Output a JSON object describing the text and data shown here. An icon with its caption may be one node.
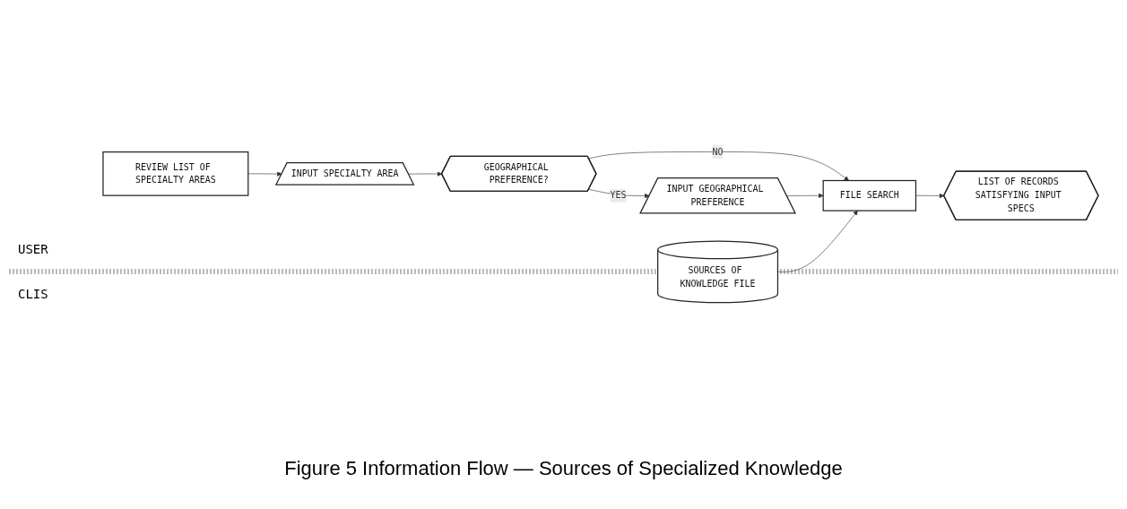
{
  "diagram": {
    "caption": "Figure 5 Information Flow — Sources of Specialized Knowledge",
    "nodes": [
      {
        "text": [
          "REVIEW LIST OF SPECIALTY AREAS"
        ]
      },
      {
        "text": [
          "INPUT SPECIALTY AREA"
        ]
      },
      {
        "text": [
          "GEOGRAPHICAL PREFERENCE?"
        ]
      },
      {
        "text": [
          "INPUT GEOGRAPHICAL PREFERENCE"
        ]
      },
      {
        "text": [
          "LIST OF RECORDS SATISFYING INPUT SPECS"
        ]
      },
      {
        "text": [
          "SOURCES OF KNOWLEDGE FILE"
        ]
      },
      {
        "text": [
          "FILE SEARCH"
        ]
      }
    ],
    "edges": [
      {
        "from": 0,
        "to": 1,
        "arrow": "to"
      },
      {
        "from": 1,
        "to": 2,
        "arrow": "to"
      },
      {
        "from": 2,
        "to": 3,
        "arrow": "to",
        "label": "YES"
      },
      {
        "from": 2,
        "to": 6,
        "arrow": "to",
        "label": "NO"
      },
      {
        "from": 3,
        "to": 6,
        "arrow": "to"
      },
      {
        "from": 5,
        "to": 6,
        "arrow": "to"
      },
      {
        "from": 6,
        "to": 4,
        "arrow": "to"
      }
    ],
    "labels": [
      "USER",
      "CLIS"
    ]
  }
}
